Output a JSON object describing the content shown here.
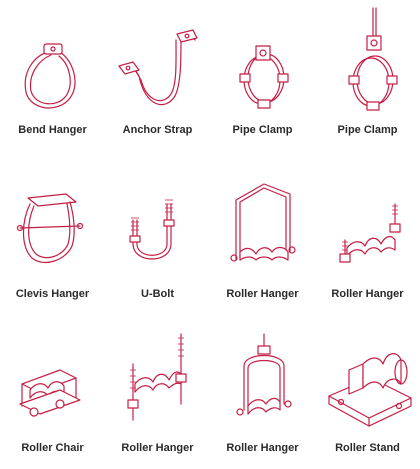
{
  "accent_color": "#c41e45",
  "text_color": "#2a2a2a",
  "items": [
    {
      "label": "Bend Hanger",
      "icon": "bend-hanger-icon"
    },
    {
      "label": "Anchor Strap",
      "icon": "anchor-strap-icon"
    },
    {
      "label": "Pipe Clamp",
      "icon": "pipe-clamp-icon"
    },
    {
      "label": "Pipe Clamp",
      "icon": "pipe-clamp-rod-icon"
    },
    {
      "label": "Clevis Hanger",
      "icon": "clevis-hanger-icon"
    },
    {
      "label": "U-Bolt",
      "icon": "u-bolt-icon"
    },
    {
      "label": "Roller Hanger",
      "icon": "roller-hanger-frame-icon"
    },
    {
      "label": "Roller Hanger",
      "icon": "roller-hanger-bolts-icon"
    },
    {
      "label": "Roller Chair",
      "icon": "roller-chair-icon"
    },
    {
      "label": "Roller Hanger",
      "icon": "roller-hanger-double-rod-icon"
    },
    {
      "label": "Roller Hanger",
      "icon": "roller-hanger-loop-icon"
    },
    {
      "label": "Roller Stand",
      "icon": "roller-stand-icon"
    }
  ]
}
